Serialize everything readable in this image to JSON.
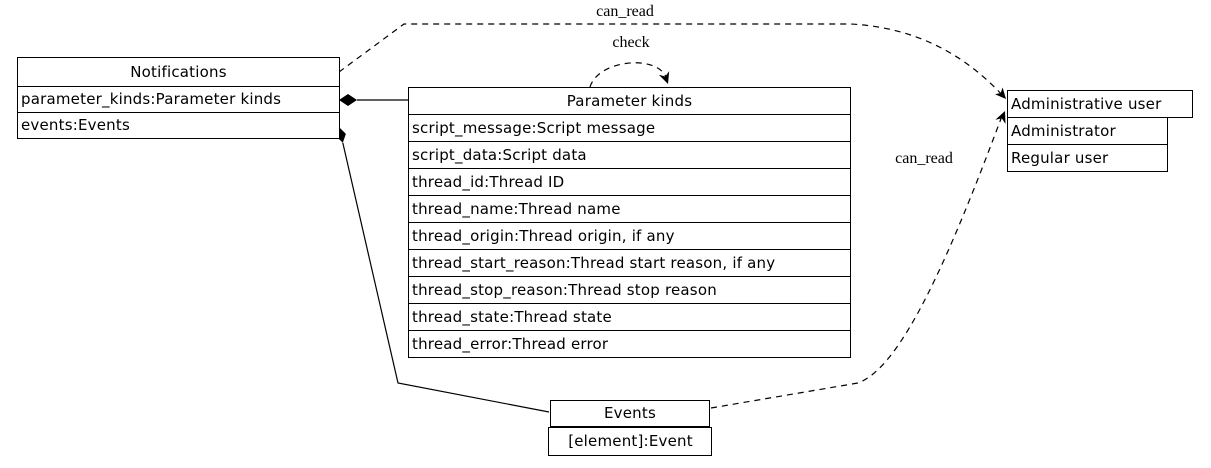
{
  "diagram": {
    "nodes": {
      "notifications": {
        "title": "Notifications",
        "rows": [
          "parameter_kinds:Parameter kinds",
          "events:Events"
        ]
      },
      "parameter_kinds": {
        "title": "Parameter kinds",
        "rows": [
          "script_message:Script message",
          "script_data:Script data",
          "thread_id:Thread ID",
          "thread_name:Thread name",
          "thread_origin:Thread origin, if any",
          "thread_start_reason:Thread start reason, if any",
          "thread_stop_reason:Thread stop reason",
          "thread_state:Thread state",
          "thread_error:Thread error"
        ]
      },
      "administrative_user": {
        "title": "Administrative user",
        "rows": [
          "Administrator",
          "Regular user"
        ]
      },
      "events": {
        "title": "Events",
        "rows": [
          "[element]:Event"
        ]
      }
    },
    "edge_labels": {
      "can_read_top": "can_read",
      "check": "check",
      "can_read_right": "can_read"
    },
    "icons": {
      "composition_diamond": "filled-diamond",
      "arrowhead": "vee-arrow"
    },
    "colors": {
      "line": "#000000",
      "text": "#000000",
      "background": "#ffffff"
    }
  }
}
